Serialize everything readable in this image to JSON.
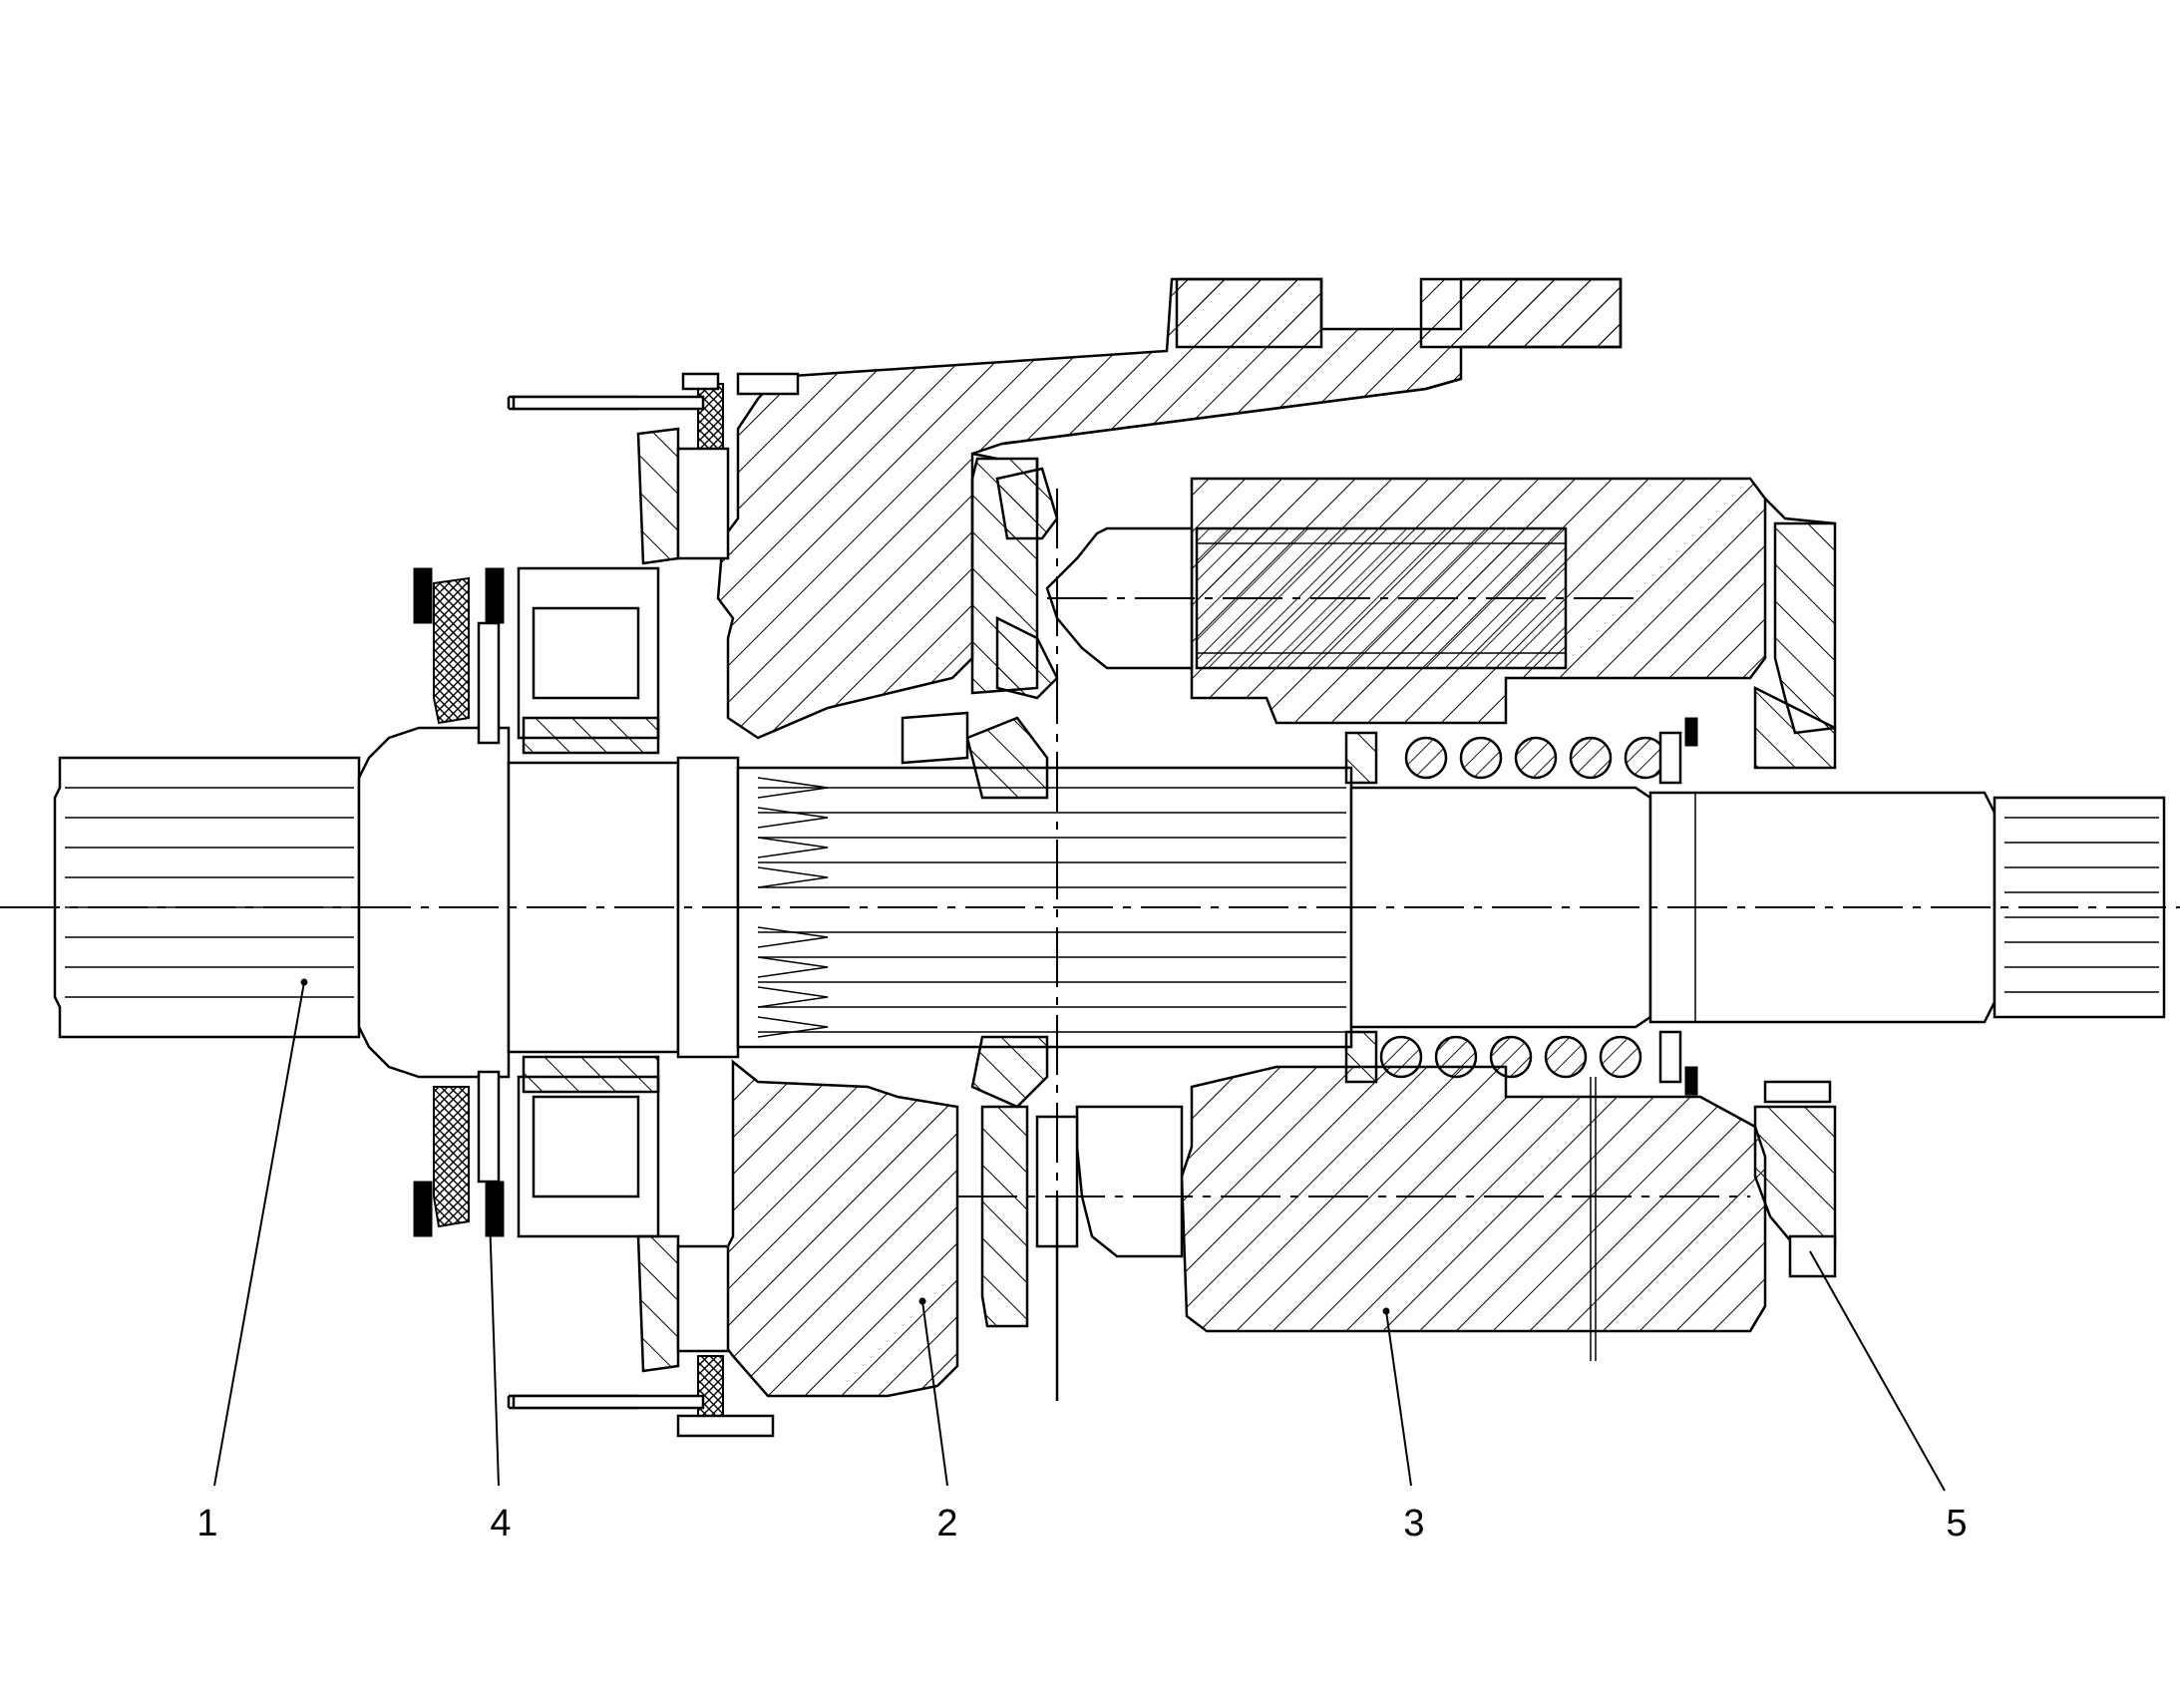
{
  "diagram": {
    "type": "cross-section drawing",
    "callouts": [
      {
        "id": "1",
        "label": "1"
      },
      {
        "id": "4",
        "label": "4"
      },
      {
        "id": "2",
        "label": "2"
      },
      {
        "id": "3",
        "label": "3"
      },
      {
        "id": "5",
        "label": "5"
      }
    ]
  }
}
